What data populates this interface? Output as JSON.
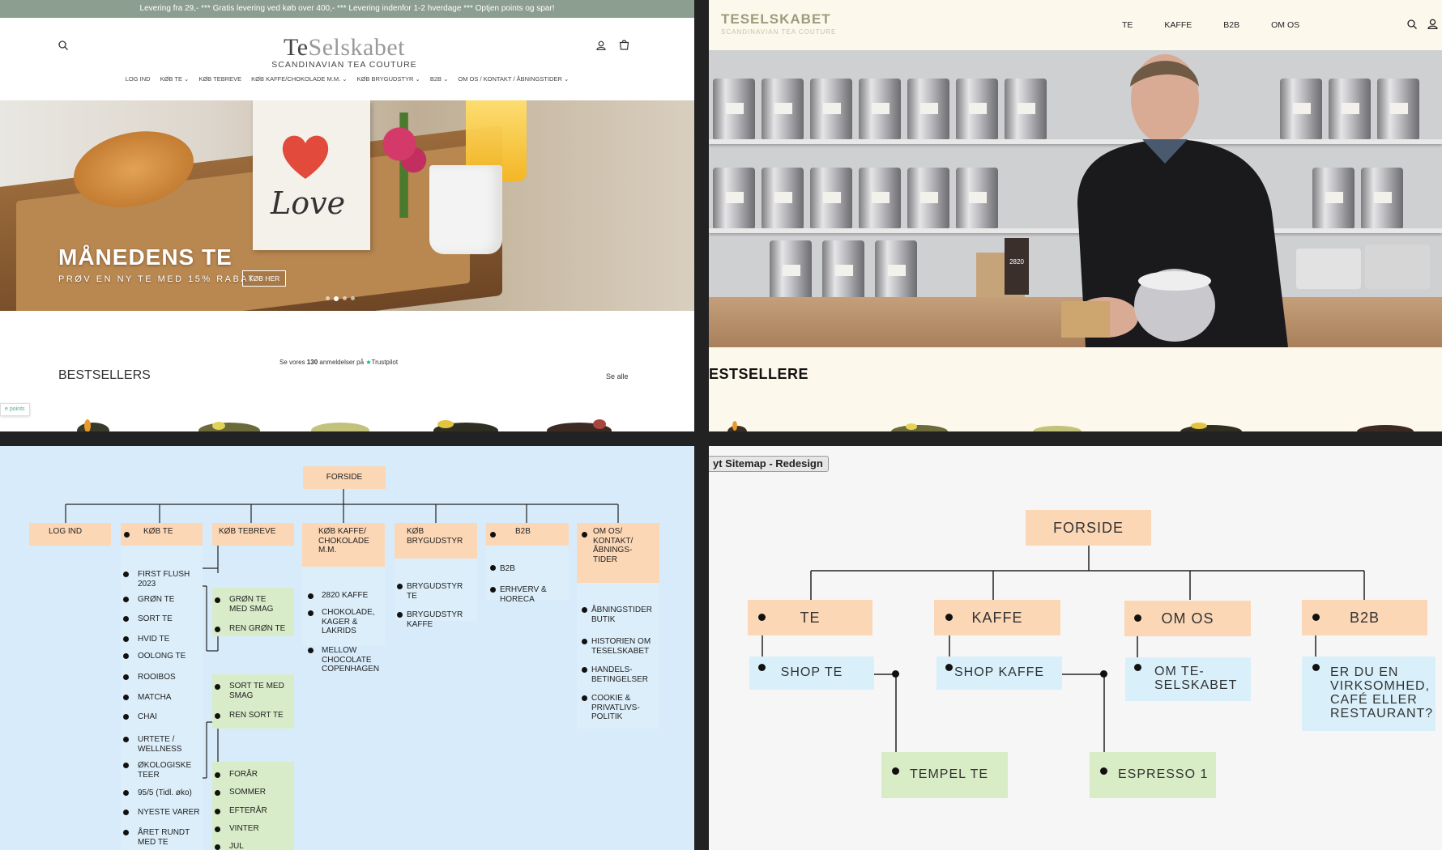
{
  "old_site": {
    "promo_bar": "Levering fra 29,- *** Gratis levering ved køb over 400,- *** Levering indenfor 1-2 hverdage *** Optjen points og spar!",
    "logo_main": "TeSelskabet",
    "logo_sub": "SCANDINAVIAN TEA COUTURE",
    "nav": [
      "LOG IND",
      "KØB TE",
      "KØB TEBREVE",
      "KØB KAFFE/CHOKOLADE M.M.",
      "KØB BRYGUDSTYR",
      "B2B",
      "OM OS / KONTAKT / ÅBNINGSTIDER"
    ],
    "hero_card_text": "Love",
    "hero_title": "MÅNEDENS TE",
    "hero_sub": "PRØV EN NY TE MED 15% RABAT",
    "hero_button": "KØB HER",
    "trust_pre": "Se vores ",
    "trust_count": "130",
    "trust_post": " anmeldelser på ",
    "trust_brand": "Trustpilot",
    "bestsellers": "BESTSELLERS",
    "see_all": "Se alle",
    "points_tab": "e points"
  },
  "new_site": {
    "logo": "TESELSKABET",
    "logo_sub": "SCANDINAVIAN TEA COUTURE",
    "nav": [
      "TE",
      "KAFFE",
      "B2B",
      "OM OS"
    ],
    "bestsellers": "ESTSELLERE",
    "tin_label": "2820"
  },
  "sitemap_old": {
    "root": "FORSIDE",
    "log_ind": "LOG IND",
    "koeb_te": "KØB TE",
    "koeb_te_items": [
      "FIRST FLUSH 2023",
      "GRØN TE",
      "SORT TE",
      "HVID TE",
      "OOLONG TE",
      "ROOIBOS",
      "MATCHA",
      "CHAI",
      "URTETE / WELLNESS",
      "ØKOLOGISKE TEER",
      "95/5 (Tidl. øko)",
      "NYESTE VARER",
      "ÅRET RUNDT MED TE"
    ],
    "koeb_tebreve": "KØB TEBREVE",
    "groen_sub": [
      "GRØN TE MED SMAG",
      "REN GRØN TE"
    ],
    "sort_sub": [
      "SORT TE MED SMAG",
      "REN SORT TE"
    ],
    "season_sub": [
      "FORÅR",
      "SOMMER",
      "EFTERÅR",
      "VINTER",
      "JUL"
    ],
    "kaffe": "KØB KAFFE/ CHOKOLADE M.M.",
    "kaffe_items": [
      "2820 KAFFE",
      "CHOKOLADE, KAGER & LAKRIDS",
      "MELLOW CHOCOLATE COPENHAGEN"
    ],
    "brygudstyr": "KØB BRYGUDSTYR",
    "brygudstyr_items": [
      "BRYGUDSTYR TE",
      "BRYGUDSTYR KAFFE"
    ],
    "b2b": "B2B",
    "b2b_items": [
      "B2B",
      "ERHVERV & HORECA"
    ],
    "om_os": "OM OS/ KONTAKT/ ÅBNINGS-TIDER",
    "om_os_items": [
      "ÅBNINGSTIDER BUTIK",
      "HISTORIEN OM TESELSKABET",
      "HANDELS-BETINGELSER",
      "COOKIE & PRIVATLIVS-POLITIK"
    ]
  },
  "sitemap_new": {
    "tag": "yt Sitemap - Redesign",
    "root": "FORSIDE",
    "te": "TE",
    "kaffe": "KAFFE",
    "om_os": "OM OS",
    "b2b": "B2B",
    "shop_te": "SHOP TE",
    "shop_kaffe": "SHOP KAFFE",
    "om_te": "OM TE-SELSKABET",
    "b2b_question": "ER DU EN VIRKSOMHED, CAFÉ ELLER RESTAURANT?",
    "tempel_te": "TEMPEL TE",
    "espresso": "ESPRESSO 1"
  },
  "colors": {
    "peach": "#fcd7b6",
    "light_blue": "#dbeefa",
    "light_green": "#d9ecc9",
    "promo_bar": "#8c9e90",
    "new_site_bg": "#fdf8ec"
  }
}
